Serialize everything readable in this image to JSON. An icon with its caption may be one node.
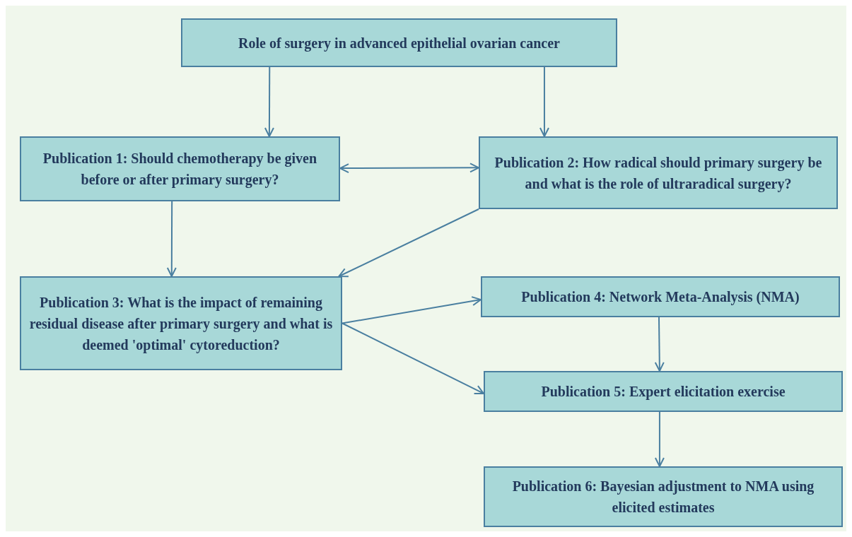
{
  "diagram": {
    "nodes": [
      {
        "text": [
          "Role of surgery in advanced epithelial ovarian cancer"
        ]
      },
      {
        "text": [
          "Publication 1: Should chemotherapy be given before or after primary surgery?"
        ]
      },
      {
        "text": [
          "Publication 2: How radical should primary surgery be and what is the role of ultraradical surgery?"
        ]
      },
      {
        "text": [
          "Publication 3: What is the impact of remaining residual disease after primary surgery and what is deemed 'optimal' cytoreduction?"
        ]
      },
      {
        "text": [
          "Publication 4: Network Meta-Analysis (NMA)"
        ]
      },
      {
        "text": [
          "Publication 5: Expert elicitation exercise"
        ]
      },
      {
        "text": [
          "Publication 6: Bayesian adjustment to NMA using elicited estimates"
        ]
      }
    ],
    "edges": [
      {
        "from": 0,
        "to": 1,
        "arrow": "to"
      },
      {
        "from": 0,
        "to": 2,
        "arrow": "to"
      },
      {
        "from": 1,
        "to": 2,
        "arrow": "both"
      },
      {
        "from": 1,
        "to": 3,
        "arrow": "to"
      },
      {
        "from": 2,
        "to": 3,
        "arrow": "to"
      },
      {
        "from": 3,
        "to": 4,
        "arrow": "to"
      },
      {
        "from": 3,
        "to": 5,
        "arrow": "to"
      },
      {
        "from": 4,
        "to": 5,
        "arrow": "to"
      },
      {
        "from": 5,
        "to": 6,
        "arrow": "to"
      }
    ]
  }
}
